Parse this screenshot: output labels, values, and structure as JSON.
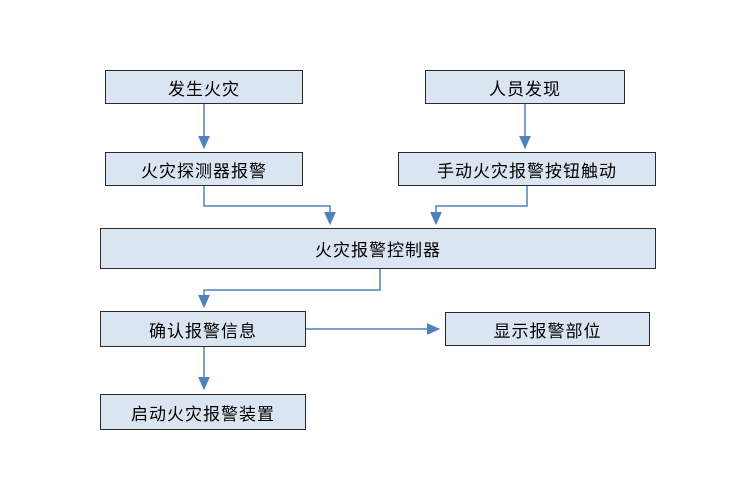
{
  "diagram": {
    "type": "flowchart",
    "colors": {
      "node_fill": "#dbe5f1",
      "node_border": "#2a2a2a",
      "arrow": "#4f81bd",
      "background": "#ffffff"
    },
    "nodes": [
      {
        "id": "fire-occurs",
        "label": "发生火灾"
      },
      {
        "id": "person-discovers",
        "label": "人员发现"
      },
      {
        "id": "detector-alarm",
        "label": "火灾探测器报警"
      },
      {
        "id": "manual-button",
        "label": "手动火灾报警按钮触动"
      },
      {
        "id": "alarm-controller",
        "label": "火灾报警控制器"
      },
      {
        "id": "confirm-alarm-info",
        "label": "确认报警信息"
      },
      {
        "id": "display-location",
        "label": "显示报警部位"
      },
      {
        "id": "start-alarm-device",
        "label": "启动火灾报警装置"
      }
    ],
    "edges": [
      {
        "from": "fire-occurs",
        "to": "detector-alarm"
      },
      {
        "from": "person-discovers",
        "to": "manual-button"
      },
      {
        "from": "detector-alarm",
        "to": "alarm-controller"
      },
      {
        "from": "manual-button",
        "to": "alarm-controller"
      },
      {
        "from": "alarm-controller",
        "to": "confirm-alarm-info"
      },
      {
        "from": "confirm-alarm-info",
        "to": "display-location"
      },
      {
        "from": "confirm-alarm-info",
        "to": "start-alarm-device"
      }
    ]
  }
}
